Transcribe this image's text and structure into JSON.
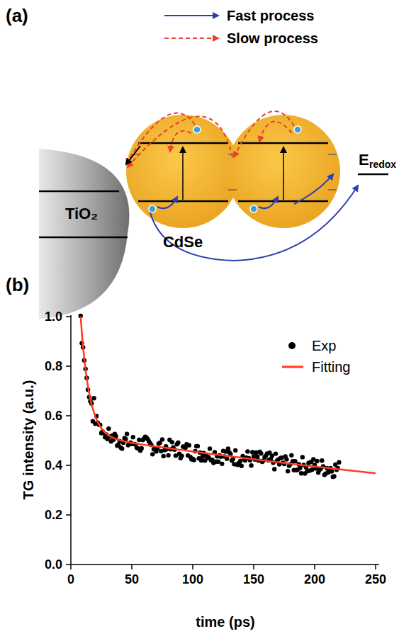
{
  "diagram": {
    "nodes": [
      {
        "text": [
          "TiO₂"
        ]
      }
    ],
    "labels": [
      "(a)",
      "CdSe",
      "E",
      "redox",
      "(b)",
      "TG intensity (a.u.)",
      "time (ps)",
      "1.0",
      "0.8",
      "0.6",
      "0.4",
      "0.2",
      "0.0",
      "0",
      "50",
      "100",
      "150",
      "200",
      "250"
    ],
    "legend": [
      {
        "text": "Fast process"
      },
      {
        "text": "Slow process"
      },
      {
        "text": "Exp"
      },
      {
        "text": "Fitting"
      }
    ]
  }
}
